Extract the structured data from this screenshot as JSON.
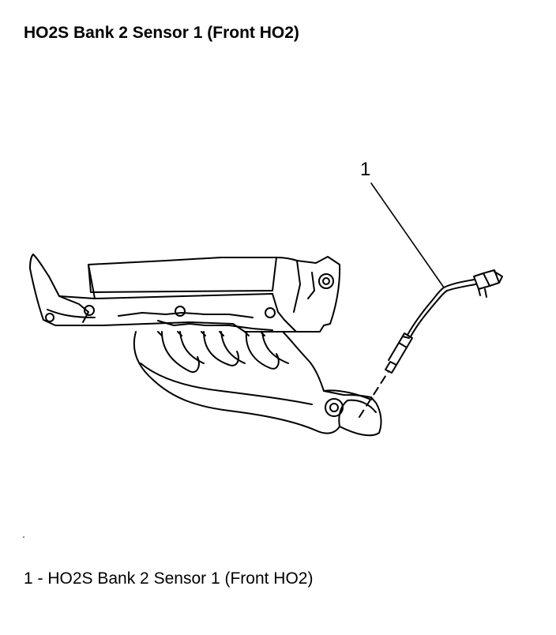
{
  "header": {
    "title": "HO2S Bank 2 Sensor 1 (Front HO2)"
  },
  "figure": {
    "callout_number": "1"
  },
  "legend": {
    "items": [
      "1 - HO2S Bank 2 Sensor 1 (Front HO2)"
    ]
  }
}
